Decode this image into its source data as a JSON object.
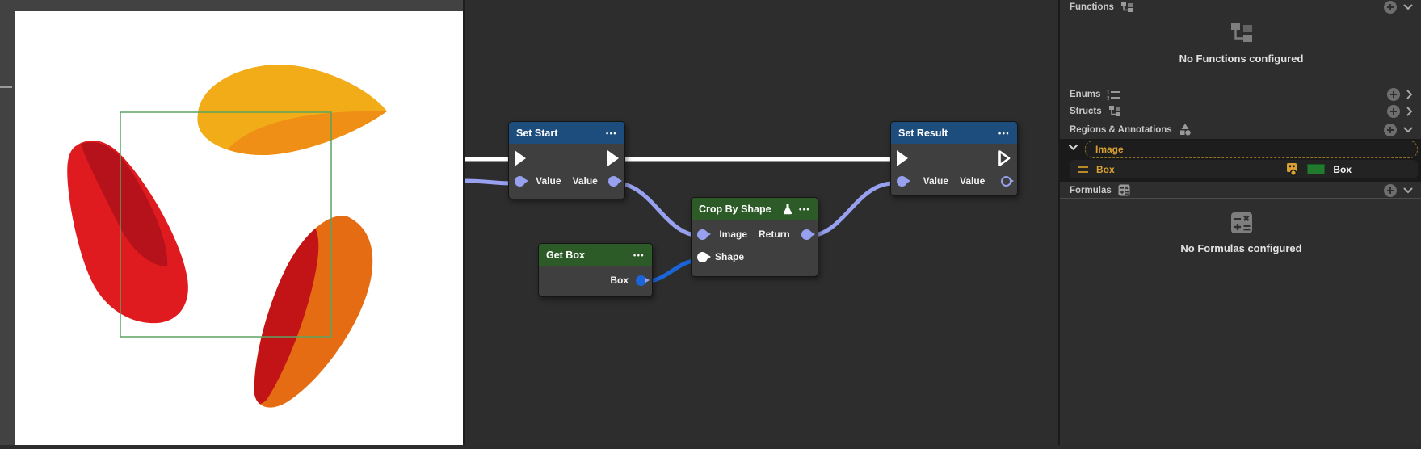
{
  "image_view": {
    "region_stroke": "#5aa360",
    "colors": {
      "yellow": "#f2ac17",
      "yellow_shade": "#ef8f15",
      "red": "#e01b1f",
      "red_shade": "#b5121b",
      "orange": "#e66c14",
      "orange_shade": "#c21317"
    }
  },
  "graph": {
    "wire_colors": {
      "exec": "#ffffff",
      "value": "#97a1f0",
      "shape": "#1b65d8"
    },
    "set_start": {
      "title": "Set Start",
      "menu": "•••",
      "in_value": "Value",
      "out_value": "Value"
    },
    "get_box": {
      "title": "Get Box",
      "menu": "•••",
      "out_box": "Box"
    },
    "crop_by_shape": {
      "title": "Crop By Shape",
      "menu": "•••",
      "in_image": "Image",
      "in_shape": "Shape",
      "out_return": "Return"
    },
    "set_result": {
      "title": "Set Result",
      "menu": "•••",
      "in_value": "Value",
      "out_value": "Value"
    }
  },
  "right_panel": {
    "functions": {
      "label": "Functions",
      "empty": "No Functions configured"
    },
    "enums": {
      "label": "Enums"
    },
    "structs": {
      "label": "Structs"
    },
    "regions": {
      "label": "Regions & Annotations",
      "group": "Image",
      "item": "Box",
      "badge": "Box",
      "accent": "#d9a131",
      "badge_color": "#217a2e"
    },
    "formulas": {
      "label": "Formulas",
      "empty": "No Formulas configured"
    }
  }
}
